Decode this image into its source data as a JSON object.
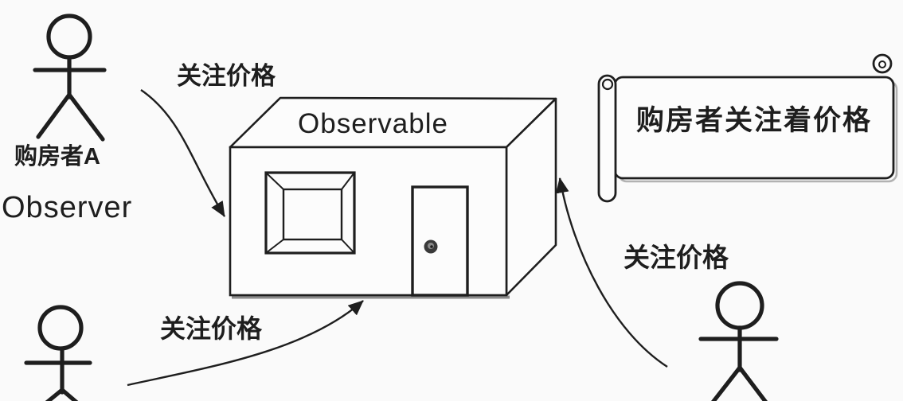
{
  "colors": {
    "ink": "#1e1e1e",
    "paper": "#fafafa"
  },
  "observer_a": {
    "name_label": "购房者A",
    "role_label": "Observer"
  },
  "house": {
    "title": "Observable"
  },
  "scroll": {
    "text": "购房者关注着价格"
  },
  "arrows": {
    "top": {
      "label": "关注价格"
    },
    "bottom": {
      "label": "关注价格"
    },
    "right": {
      "label": "关注价格"
    }
  }
}
